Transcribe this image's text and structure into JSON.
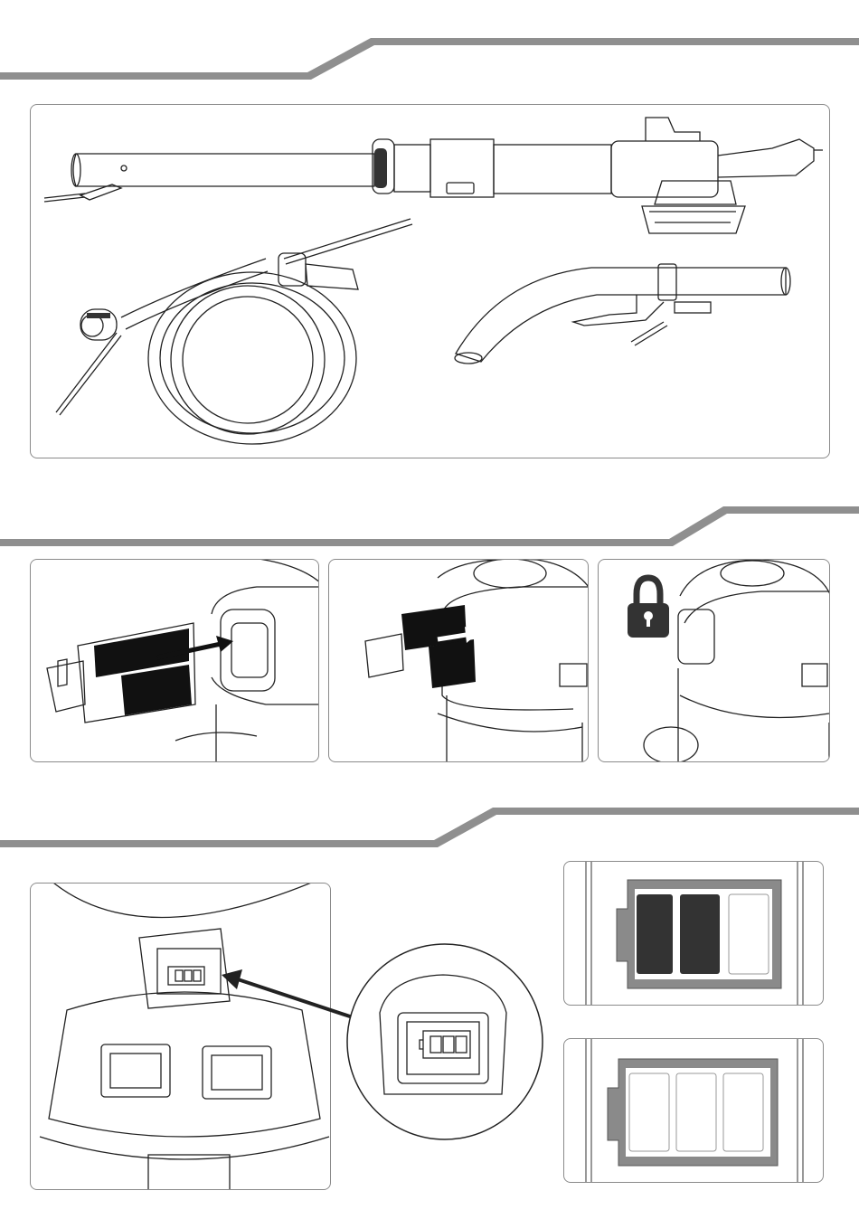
{
  "sections": [
    {
      "id": "accessories",
      "title": ""
    },
    {
      "id": "battery-install",
      "title": ""
    },
    {
      "id": "battery-indicator",
      "title": ""
    }
  ],
  "colors": {
    "header_band": "#8f8f8f",
    "line_art": "#222222",
    "panel_border": "#8a8a8a",
    "battery_fill_dark": "#333333",
    "battery_frame_gray": "#8a8a8a"
  },
  "icons": [
    "lock-icon",
    "arrow-icon",
    "battery-indicator-icon"
  ],
  "battery_indicator": {
    "full_state_bars_lit": 2,
    "empty_state_bars_lit": 0,
    "bars_total": 3
  }
}
